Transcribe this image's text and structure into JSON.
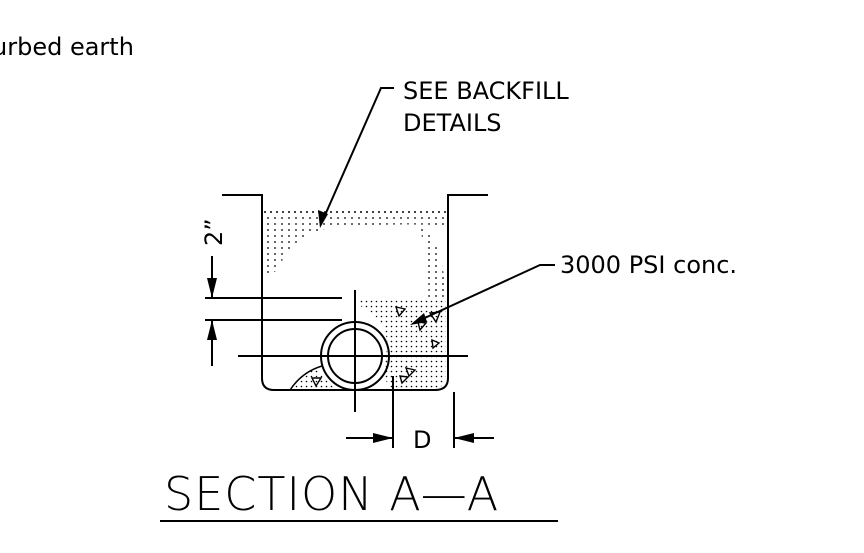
{
  "labels": {
    "partial_label": "urbed earth",
    "backfill_line1": "SEE BACKFILL",
    "backfill_line2": "DETAILS",
    "concrete": "3000 PSI conc.",
    "dim_vertical": "2”",
    "dim_horizontal": "D",
    "section_title": "SECTION A—A"
  }
}
